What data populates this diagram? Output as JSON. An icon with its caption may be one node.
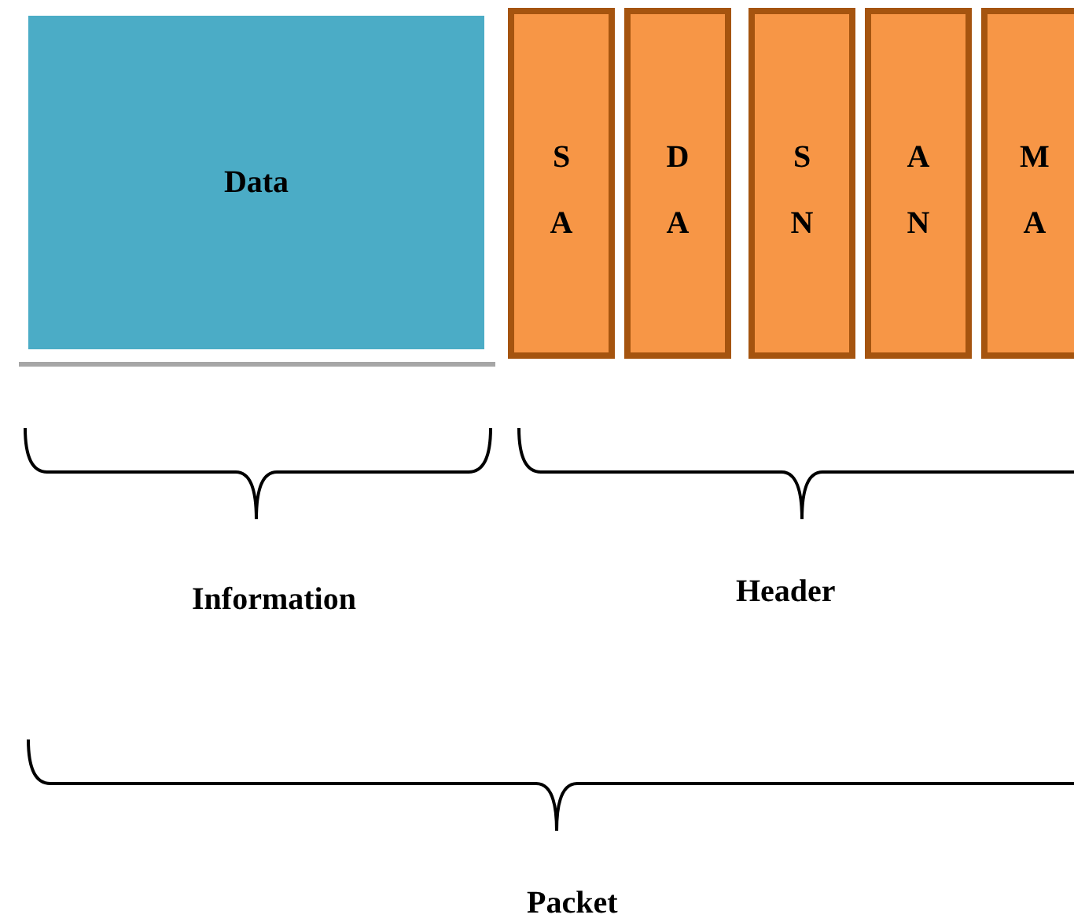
{
  "diagram": {
    "nodes": [
      {
        "text": [
          "Data"
        ]
      },
      {
        "text": [
          "S A"
        ]
      },
      {
        "text": [
          "D A"
        ]
      },
      {
        "text": [
          "S N"
        ]
      },
      {
        "text": [
          "A N"
        ]
      },
      {
        "text": [
          "M A"
        ]
      }
    ],
    "labels": [
      "Information",
      "Header",
      "Packet"
    ]
  }
}
